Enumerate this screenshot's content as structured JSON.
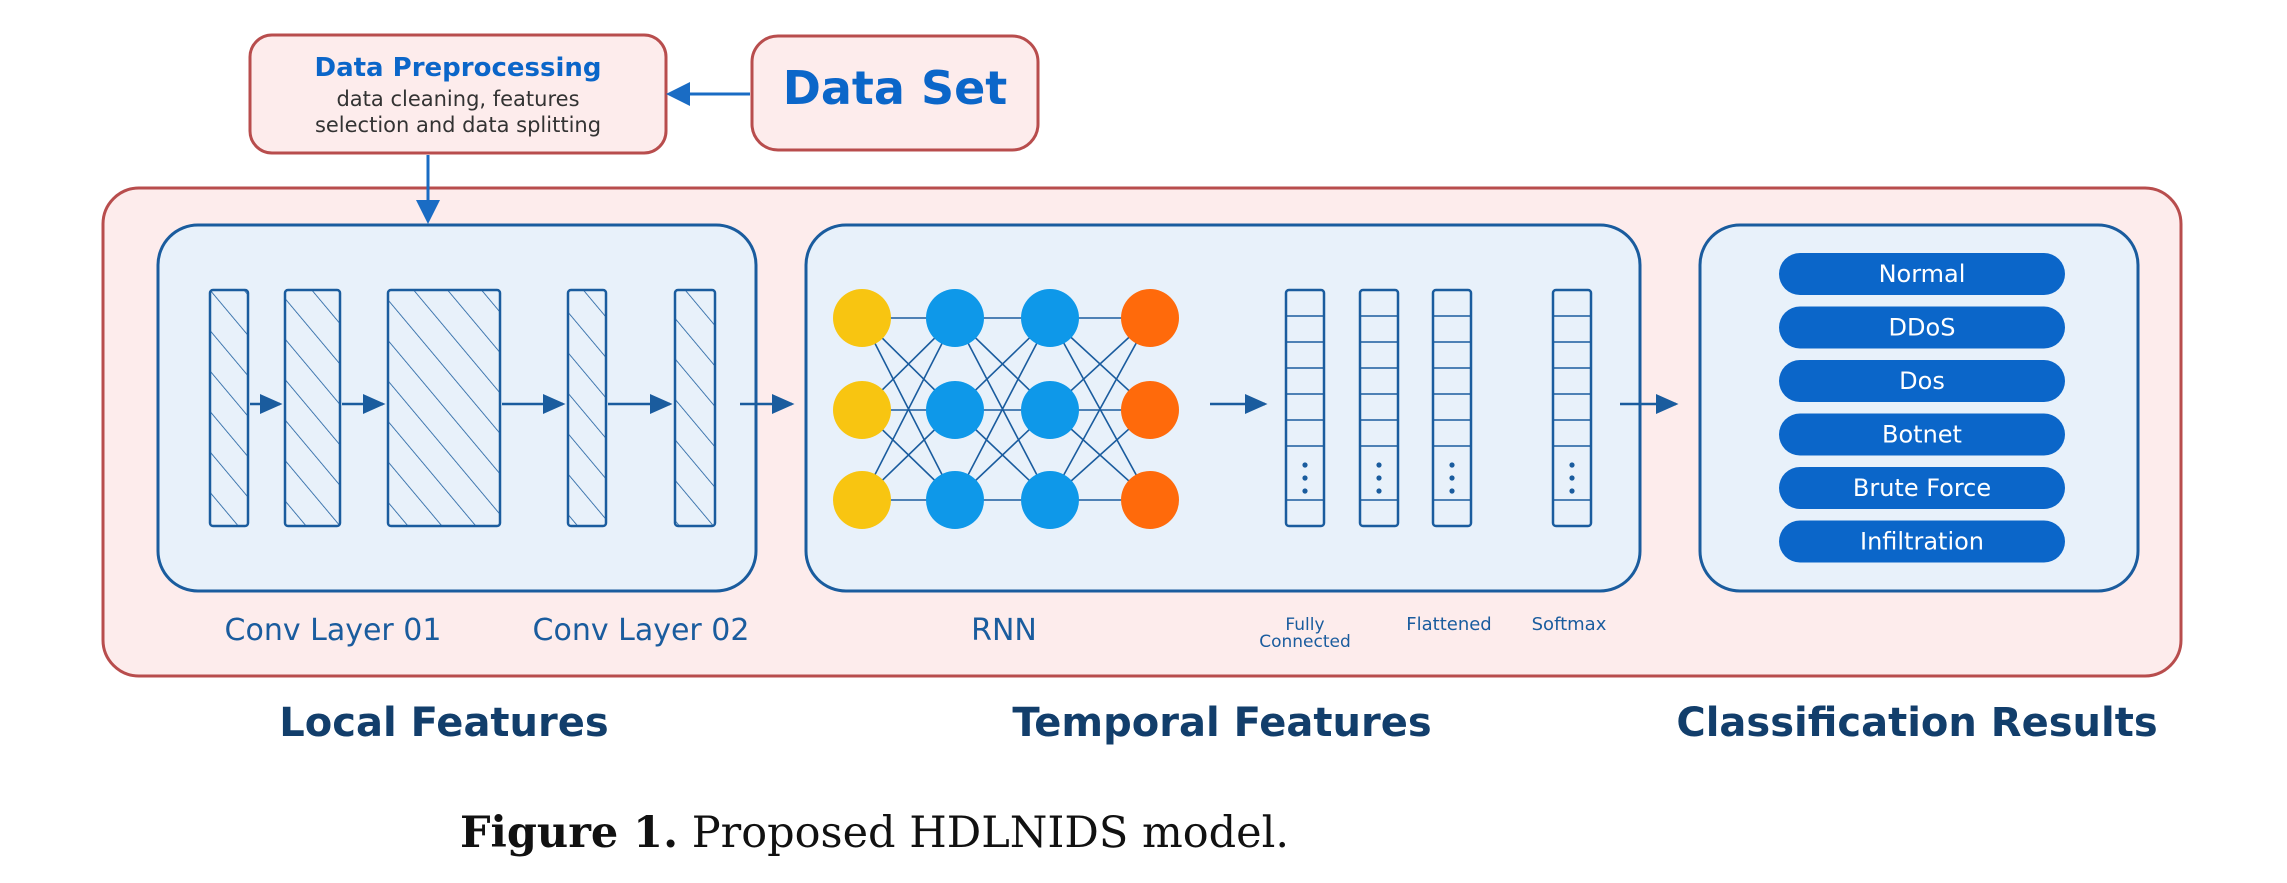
{
  "preprocessing": {
    "title": "Data Preprocessing",
    "line1": "data cleaning, features",
    "line2": "selection and data splitting"
  },
  "dataset": {
    "label": "Data Set"
  },
  "conv_layer_1": "Conv Layer 01",
  "conv_layer_2": "Conv Layer 02",
  "rnn": "RNN",
  "fully_connected": {
    "line1": "Fully",
    "line2": "Connected"
  },
  "flattened": "Flattened",
  "softmax": "Softmax",
  "classes": [
    "Normal",
    "DDoS",
    "Dos",
    "Botnet",
    "Brute Force",
    "Infiltration"
  ],
  "sections": {
    "local": "Local Features",
    "temporal": "Temporal Features",
    "classification": "Classification Results"
  },
  "caption": {
    "label": "Figure 1.",
    "text": "Proposed HDLNIDS model."
  },
  "colors": {
    "outer_fill": "#fdecec",
    "outer_stroke": "#b84d4d",
    "panel_fill": "#e8f1fa",
    "panel_stroke": "#1a5c9e",
    "heading": "#123e6b",
    "accent_blue": "#0b66c9",
    "node_yellow": "#f8c511",
    "node_blue": "#0e98e9",
    "node_orange": "#ff6a0b"
  }
}
